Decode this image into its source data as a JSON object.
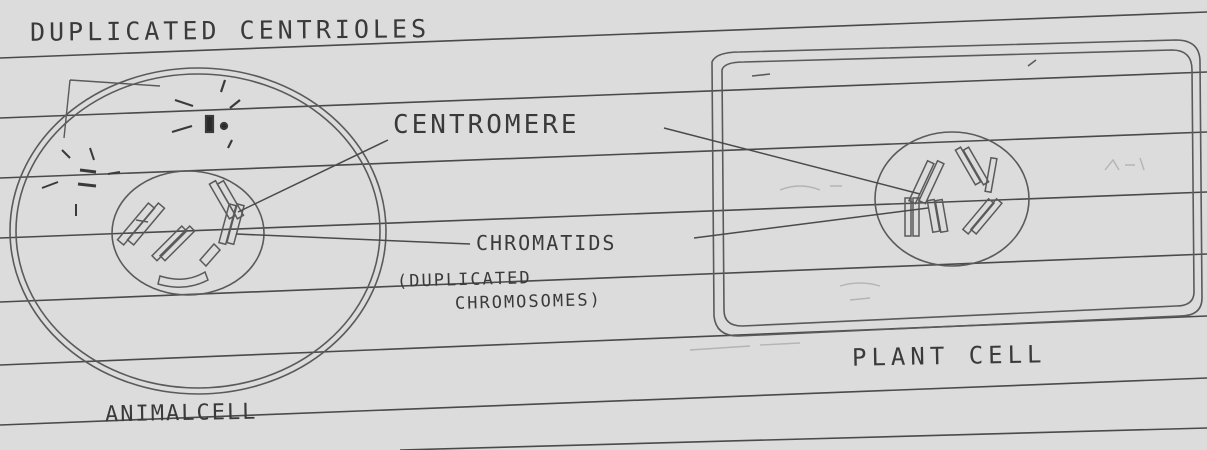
{
  "labels": {
    "duplicated_centrioles": "DUPLICATED CENTRIOLES",
    "centromere": "CENTROMERE",
    "chromatids": "CHROMATIDS",
    "duplicated_chromosomes_line1": "(DUPLICATED",
    "duplicated_chromosomes_line2": "CHROMOSOMES)",
    "plant_cell": "PLANT CELL",
    "animal_cell": "ANIMALCELL"
  },
  "colors": {
    "paper": "#dcdcdc",
    "ruled_line": "#4a4a4a",
    "pencil": "#5a5a5a"
  }
}
